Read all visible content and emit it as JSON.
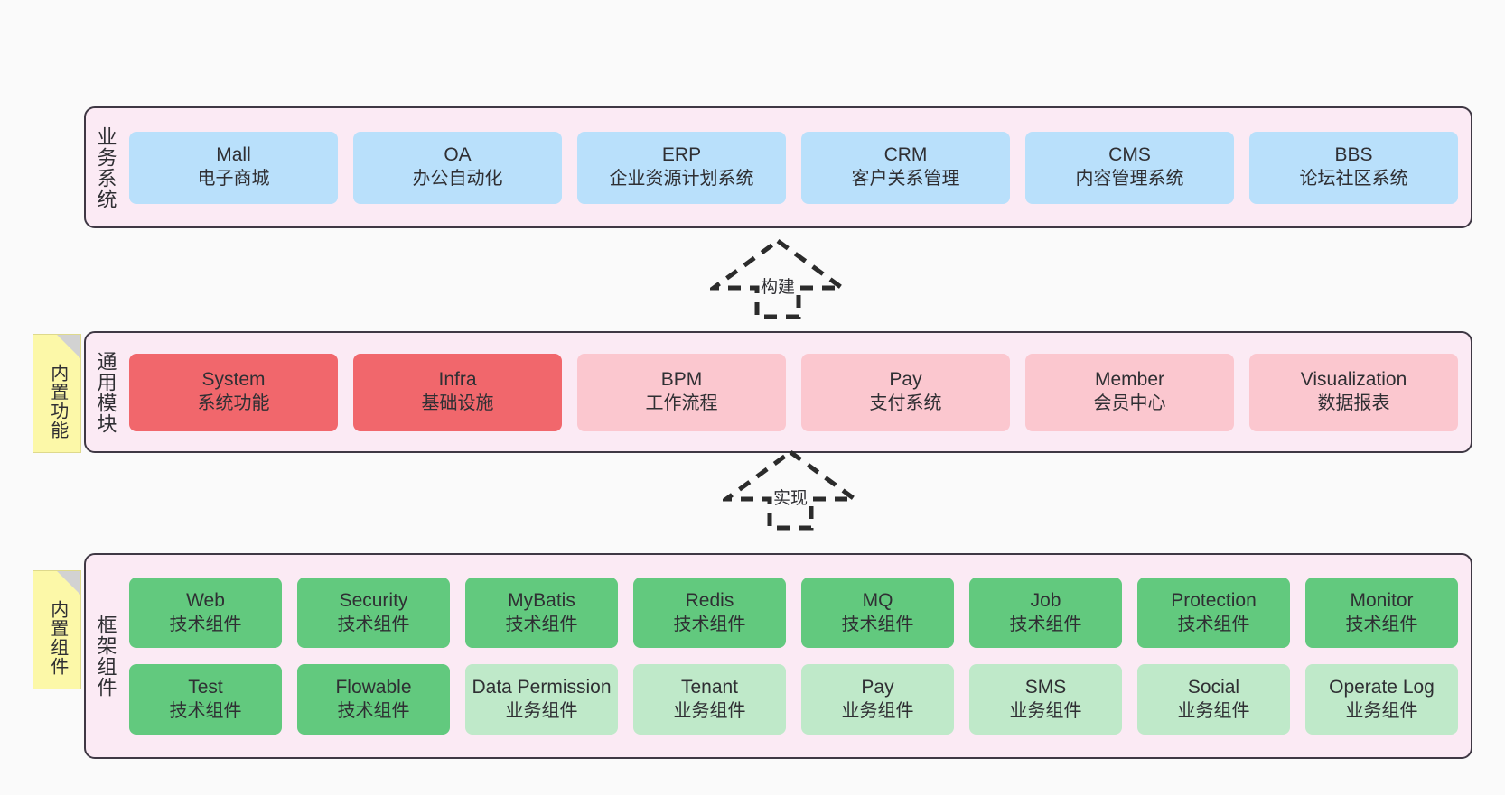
{
  "diagram": {
    "background_color": "#fafafa",
    "layer_bg_color": "#fbeaf4",
    "layer_border_color": "#3f3844",
    "note_color": "#fcf8a8"
  },
  "layers": [
    {
      "id": "business-system",
      "title": "业务系统",
      "note": null,
      "rows": [
        {
          "cards": [
            {
              "name": "Mall",
              "desc": "电子商城",
              "style": "blue"
            },
            {
              "name": "OA",
              "desc": "办公自动化",
              "style": "blue"
            },
            {
              "name": "ERP",
              "desc": "企业资源计划系统",
              "style": "blue"
            },
            {
              "name": "CRM",
              "desc": "客户关系管理",
              "style": "blue"
            },
            {
              "name": "CMS",
              "desc": "内容管理系统",
              "style": "blue"
            },
            {
              "name": "BBS",
              "desc": "论坛社区系统",
              "style": "blue"
            }
          ]
        }
      ]
    },
    {
      "id": "common-module",
      "title": "通用模块",
      "note": "内置功能",
      "rows": [
        {
          "cards": [
            {
              "name": "System",
              "desc": "系统功能",
              "style": "red"
            },
            {
              "name": "Infra",
              "desc": "基础设施",
              "style": "red"
            },
            {
              "name": "BPM",
              "desc": "工作流程",
              "style": "pink"
            },
            {
              "name": "Pay",
              "desc": "支付系统",
              "style": "pink"
            },
            {
              "name": "Member",
              "desc": "会员中心",
              "style": "pink"
            },
            {
              "name": "Visualization",
              "desc": "数据报表",
              "style": "pink"
            }
          ]
        }
      ]
    },
    {
      "id": "framework-component",
      "title": "框架组件",
      "note": "内置组件",
      "rows": [
        {
          "cards": [
            {
              "name": "Web",
              "desc": "技术组件",
              "style": "green"
            },
            {
              "name": "Security",
              "desc": "技术组件",
              "style": "green"
            },
            {
              "name": "MyBatis",
              "desc": "技术组件",
              "style": "green"
            },
            {
              "name": "Redis",
              "desc": "技术组件",
              "style": "green"
            },
            {
              "name": "MQ",
              "desc": "技术组件",
              "style": "green"
            },
            {
              "name": "Job",
              "desc": "技术组件",
              "style": "green"
            },
            {
              "name": "Protection",
              "desc": "技术组件",
              "style": "green"
            },
            {
              "name": "Monitor",
              "desc": "技术组件",
              "style": "green"
            }
          ]
        },
        {
          "cards": [
            {
              "name": "Test",
              "desc": "技术组件",
              "style": "green"
            },
            {
              "name": "Flowable",
              "desc": "技术组件",
              "style": "green"
            },
            {
              "name": "Data Permission",
              "desc": "业务组件",
              "style": "lightgreen"
            },
            {
              "name": "Tenant",
              "desc": "业务组件",
              "style": "lightgreen"
            },
            {
              "name": "Pay",
              "desc": "业务组件",
              "style": "lightgreen"
            },
            {
              "name": "SMS",
              "desc": "业务组件",
              "style": "lightgreen"
            },
            {
              "name": "Social",
              "desc": "业务组件",
              "style": "lightgreen"
            },
            {
              "name": "Operate Log",
              "desc": "业务组件",
              "style": "lightgreen"
            }
          ]
        }
      ]
    }
  ],
  "arrows": [
    {
      "id": "build-arrow",
      "label": "构建"
    },
    {
      "id": "implement-arrow",
      "label": "实现"
    }
  ]
}
